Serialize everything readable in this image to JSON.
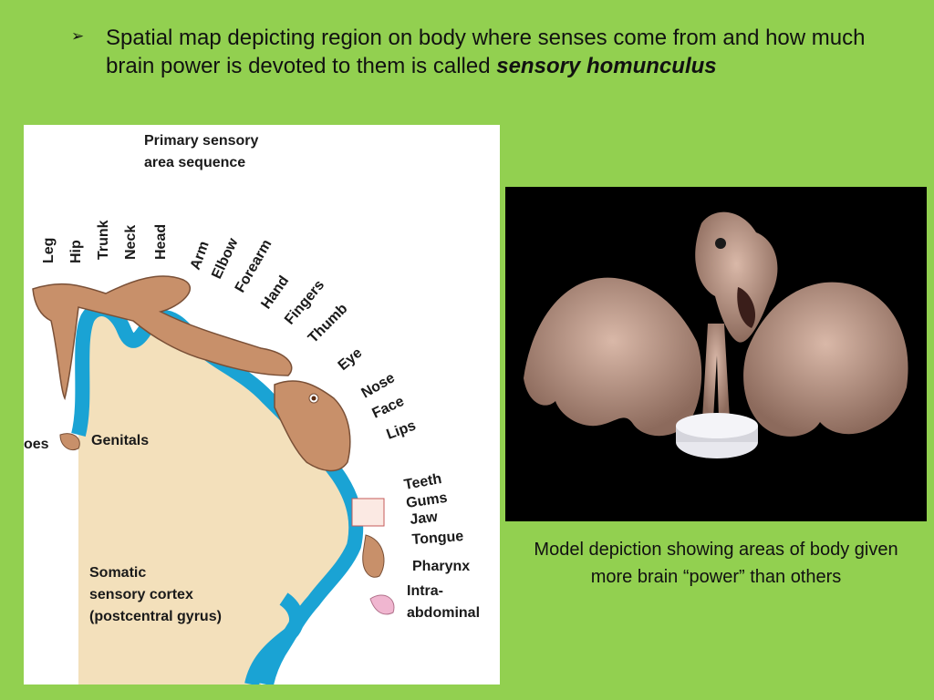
{
  "slide": {
    "bullet": {
      "text_before": "Spatial map depicting region on body where senses come from and how much brain power is devoted to them is called ",
      "emphasis": "sensory homunculus"
    },
    "caption": "Model depiction showing areas of body given more brain “power” than others"
  },
  "figure": {
    "title_line1": "Primary sensory",
    "title_line2": "area sequence",
    "cortex_line1": "Somatic",
    "cortex_line2": "sensory cortex",
    "cortex_line3": "(postcentral gyrus)",
    "genitals": "Genitals",
    "toes": "oes",
    "body_parts": [
      "Leg",
      "Hip",
      "Trunk",
      "Neck",
      "Head",
      "Arm",
      "Elbow",
      "Forearm",
      "Hand",
      "Fingers",
      "Thumb",
      "Eye",
      "Nose",
      "Face",
      "Lips"
    ],
    "lower_parts": [
      "Teeth",
      "Gums",
      "Jaw",
      "Tongue",
      "Pharynx",
      "Intra-",
      "abdominal"
    ]
  },
  "colors": {
    "background": "#92d050",
    "cortex_outline": "#1aa3d4",
    "cortex_fill": "#f3e0bb",
    "skin": "#c8906a"
  }
}
